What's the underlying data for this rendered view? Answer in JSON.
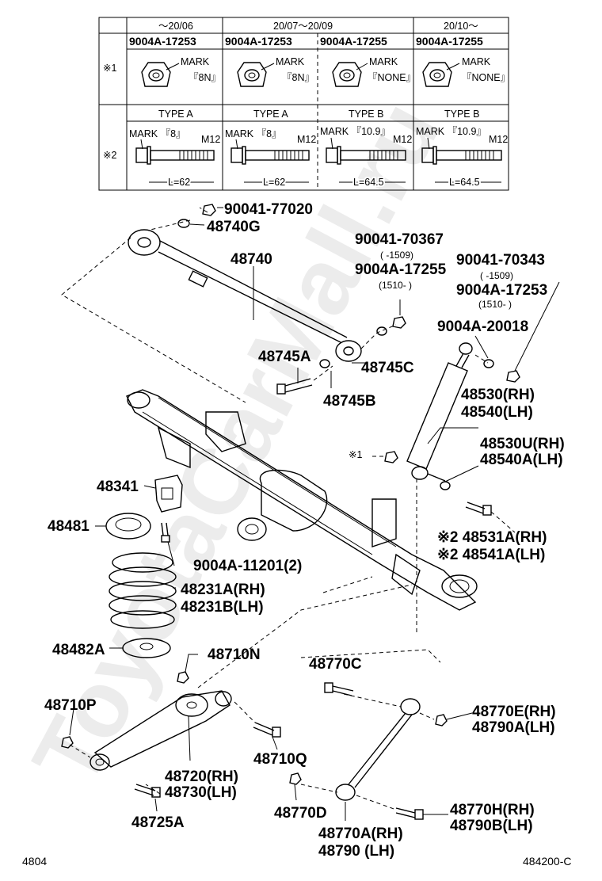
{
  "footer": {
    "left_code": "4804",
    "right_code": "484200-C"
  },
  "watermark": "ToyotaCarMall.ru",
  "table": {
    "date_headers": [
      "～20/06",
      "20/07～20/09",
      "20/10～"
    ],
    "row1_marker": "※1",
    "row2_marker": "※2",
    "nut_parts": [
      "9004A-17253",
      "9004A-17253",
      "9004A-17255",
      "9004A-17255"
    ],
    "nut_mark_label": "MARK",
    "nut_marks": [
      "『8N』",
      "『8N』",
      "『NONE』",
      "『NONE』"
    ],
    "types": [
      "TYPE A",
      "TYPE A",
      "TYPE B",
      "TYPE B"
    ],
    "bolt_marks": [
      "MARK 『8』",
      "MARK 『8』",
      "MARK 『10.9』",
      "MARK 『10.9』"
    ],
    "bolt_size": "M12",
    "bolt_lengths": [
      "L=62",
      "L=62",
      "L=64.5",
      "L=64.5"
    ]
  },
  "labels": {
    "p90041_77020": "90041-77020",
    "p48740G": "48740G",
    "p48740": "48740",
    "p90041_70367": "90041-70367",
    "p90041_70367_range": "(      -1509)",
    "p9004A_17255": "9004A-17255",
    "p9004A_17255_range": "(1510-      )",
    "p90041_70343": "90041-70343",
    "p90041_70343_range": "(      -1509)",
    "p9004A_17253": "9004A-17253",
    "p9004A_17253_range": "(1510-      )",
    "p9004A_20018": "9004A-20018",
    "p48745A": "48745A",
    "p48745C": "48745C",
    "p48745B": "48745B",
    "p48530": "48530(RH)",
    "p48540": "48540(LH)",
    "p48530U": "48530U(RH)",
    "p48540A": "48540A(LH)",
    "mark1": "※1",
    "p48341": "48341",
    "p48481": "48481",
    "p9004A_11201": "9004A-11201(2)",
    "p48531A": "※2 48531A(RH)",
    "p48541A": "※2 48541A(LH)",
    "p48231A": "48231A(RH)",
    "p48231B": "48231B(LH)",
    "p48482A": "48482A",
    "p48710N": "48710N",
    "p48770C": "48770C",
    "p48710P": "48710P",
    "p48770E": "48770E(RH)",
    "p48790A": "48790A(LH)",
    "p48710Q": "48710Q",
    "p48720": "48720(RH)",
    "p48730": "48730(LH)",
    "p48770D": "48770D",
    "p48770H": "48770H(RH)",
    "p48790B": "48790B(LH)",
    "p48725A": "48725A",
    "p48770A": "48770A(RH)",
    "p48790": "48790 (LH)"
  }
}
